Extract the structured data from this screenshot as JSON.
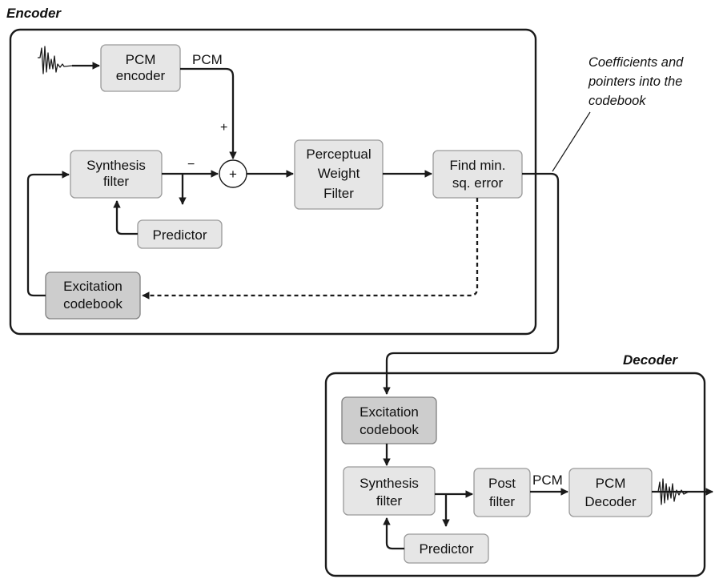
{
  "encoder": {
    "title": "Encoder",
    "pcm_encoder": [
      "PCM",
      "encoder"
    ],
    "pcm_label": "PCM",
    "plus_sign": "+",
    "minus_sign": "−",
    "sum_symbol": "+",
    "synthesis_filter": [
      "Synthesis",
      "filter"
    ],
    "predictor": "Predictor",
    "perceptual_filter": [
      "Perceptual",
      "Weight",
      "Filter"
    ],
    "min_error": [
      "Find min.",
      "sq. error"
    ],
    "excitation_codebook": [
      "Excitation",
      "codebook"
    ]
  },
  "annotation": [
    "Coefficients and",
    "pointers into the",
    "codebook"
  ],
  "decoder": {
    "title": "Decoder",
    "excitation_codebook": [
      "Excitation",
      "codebook"
    ],
    "synthesis_filter": [
      "Synthesis",
      "filter"
    ],
    "predictor": "Predictor",
    "post_filter": [
      "Post",
      "filter"
    ],
    "pcm_label": "PCM",
    "pcm_decoder": [
      "PCM",
      "Decoder"
    ]
  }
}
